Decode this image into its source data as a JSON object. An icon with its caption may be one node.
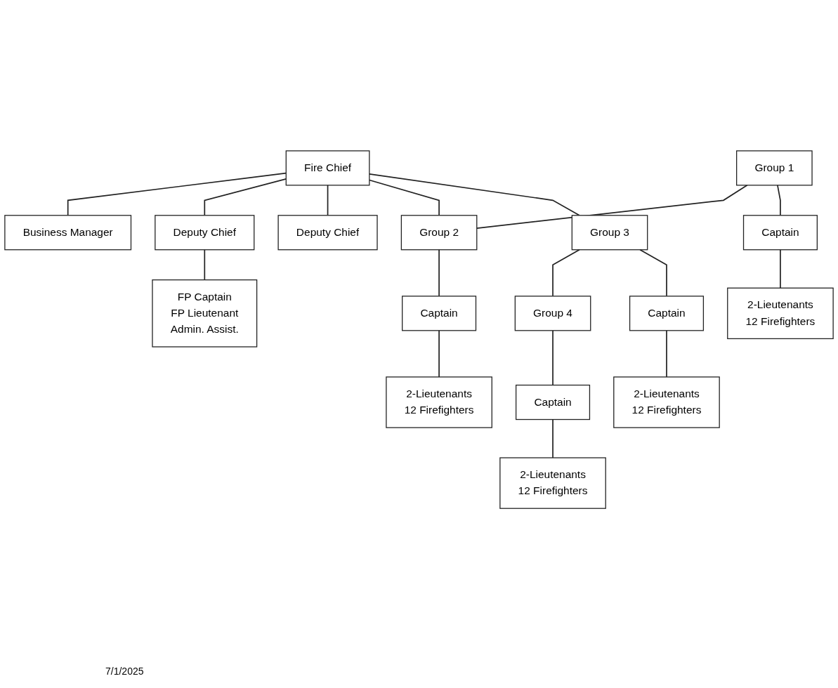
{
  "diagram": {
    "nodes": [
      {
        "text": [
          "Fire Chief"
        ]
      },
      {
        "text": [
          "Business Manager"
        ]
      },
      {
        "text": [
          "Deputy Chief"
        ]
      },
      {
        "text": [
          "Deputy Chief"
        ]
      },
      {
        "text": [
          "FP Captain",
          "FP Lieutenant",
          "Admin. Assist."
        ]
      },
      {
        "text": [
          "Group 1"
        ]
      },
      {
        "text": [
          "Group 2"
        ]
      },
      {
        "text": [
          "Group 3"
        ]
      },
      {
        "text": [
          "Group 4"
        ]
      },
      {
        "text": [
          "Captain"
        ]
      },
      {
        "text": [
          "Captain"
        ]
      },
      {
        "text": [
          "Captain"
        ]
      },
      {
        "text": [
          "Captain"
        ]
      },
      {
        "text": [
          "2-Lieutenants",
          "12 Firefighters"
        ]
      },
      {
        "text": [
          "2-Lieutenants",
          "12 Firefighters"
        ]
      },
      {
        "text": [
          "2-Lieutenants",
          "12 Firefighters"
        ]
      },
      {
        "text": [
          "2-Lieutenants",
          "12 Firefighters"
        ]
      }
    ],
    "edges": [
      {
        "from": 0,
        "to": 1,
        "arrow": "none"
      },
      {
        "from": 0,
        "to": 2,
        "arrow": "none"
      },
      {
        "from": 0,
        "to": 3,
        "arrow": "none"
      },
      {
        "from": 2,
        "to": 4,
        "arrow": "none"
      },
      {
        "from": 0,
        "to": 6,
        "arrow": "none"
      },
      {
        "from": 0,
        "to": 7,
        "arrow": "none"
      },
      {
        "from": 5,
        "to": 6,
        "arrow": "none"
      },
      {
        "from": 7,
        "to": 8,
        "arrow": "none"
      },
      {
        "from": 5,
        "to": 9,
        "arrow": "none"
      },
      {
        "from": 6,
        "to": 10,
        "arrow": "none"
      },
      {
        "from": 7,
        "to": 11,
        "arrow": "none"
      },
      {
        "from": 8,
        "to": 12,
        "arrow": "none"
      },
      {
        "from": 9,
        "to": 13,
        "arrow": "none"
      },
      {
        "from": 10,
        "to": 14,
        "arrow": "none"
      },
      {
        "from": 11,
        "to": 15,
        "arrow": "none"
      },
      {
        "from": 12,
        "to": 16,
        "arrow": "none"
      }
    ],
    "labels": [
      "7/1/2025"
    ]
  }
}
